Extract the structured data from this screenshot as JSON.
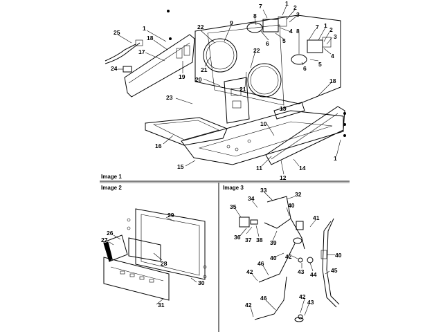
{
  "panels": [
    {
      "id": "image1",
      "label": "Image 1"
    },
    {
      "id": "image2",
      "label": "Image 2"
    },
    {
      "id": "image3",
      "label": "Image 3"
    }
  ],
  "callouts": [
    {
      "text": "7"
    },
    {
      "text": "1"
    },
    {
      "text": "2"
    },
    {
      "text": "3"
    },
    {
      "text": "22"
    },
    {
      "text": "9"
    },
    {
      "text": "8"
    },
    {
      "text": "25"
    },
    {
      "text": "1"
    },
    {
      "text": "18"
    },
    {
      "text": "17"
    },
    {
      "text": "24"
    },
    {
      "text": "19"
    },
    {
      "text": "21"
    },
    {
      "text": "6"
    },
    {
      "text": "5"
    },
    {
      "text": "4"
    },
    {
      "text": "7"
    },
    {
      "text": "8"
    },
    {
      "text": "1"
    },
    {
      "text": "2"
    },
    {
      "text": "3"
    },
    {
      "text": "4"
    },
    {
      "text": "5"
    },
    {
      "text": "6"
    },
    {
      "text": "22"
    },
    {
      "text": "20"
    },
    {
      "text": "21"
    },
    {
      "text": "18"
    },
    {
      "text": "23"
    },
    {
      "text": "13"
    },
    {
      "text": "10"
    },
    {
      "text": "16"
    },
    {
      "text": "15"
    },
    {
      "text": "11"
    },
    {
      "text": "12"
    },
    {
      "text": "14"
    },
    {
      "text": "1"
    },
    {
      "text": "29"
    },
    {
      "text": "26"
    },
    {
      "text": "27"
    },
    {
      "text": "28"
    },
    {
      "text": "30"
    },
    {
      "text": "31"
    },
    {
      "text": "33"
    },
    {
      "text": "32"
    },
    {
      "text": "34"
    },
    {
      "text": "35"
    },
    {
      "text": "40"
    },
    {
      "text": "36"
    },
    {
      "text": "37"
    },
    {
      "text": "38"
    },
    {
      "text": "39"
    },
    {
      "text": "41"
    },
    {
      "text": "40"
    },
    {
      "text": "42"
    },
    {
      "text": "43"
    },
    {
      "text": "44"
    },
    {
      "text": "40"
    },
    {
      "text": "46"
    },
    {
      "text": "42"
    },
    {
      "text": "45"
    },
    {
      "text": "46"
    },
    {
      "text": "42"
    },
    {
      "text": "43"
    },
    {
      "text": "42"
    }
  ]
}
